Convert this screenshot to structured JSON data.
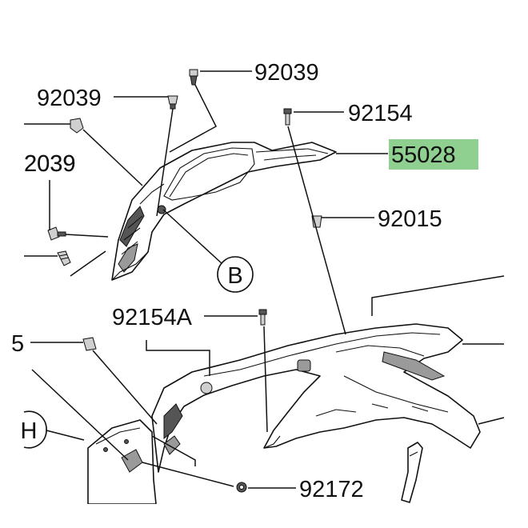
{
  "labels": {
    "l92039_top": "92039",
    "l92039_left": "92039",
    "l92039_side": "2039",
    "l92154": "92154",
    "l55028": "55028",
    "l92015": "92015",
    "l92154A": "92154A",
    "l92172": "92172",
    "callout_b": "B",
    "callout_h": "H"
  },
  "colors": {
    "highlight": "#8fcf8f",
    "ink": "#111111"
  }
}
